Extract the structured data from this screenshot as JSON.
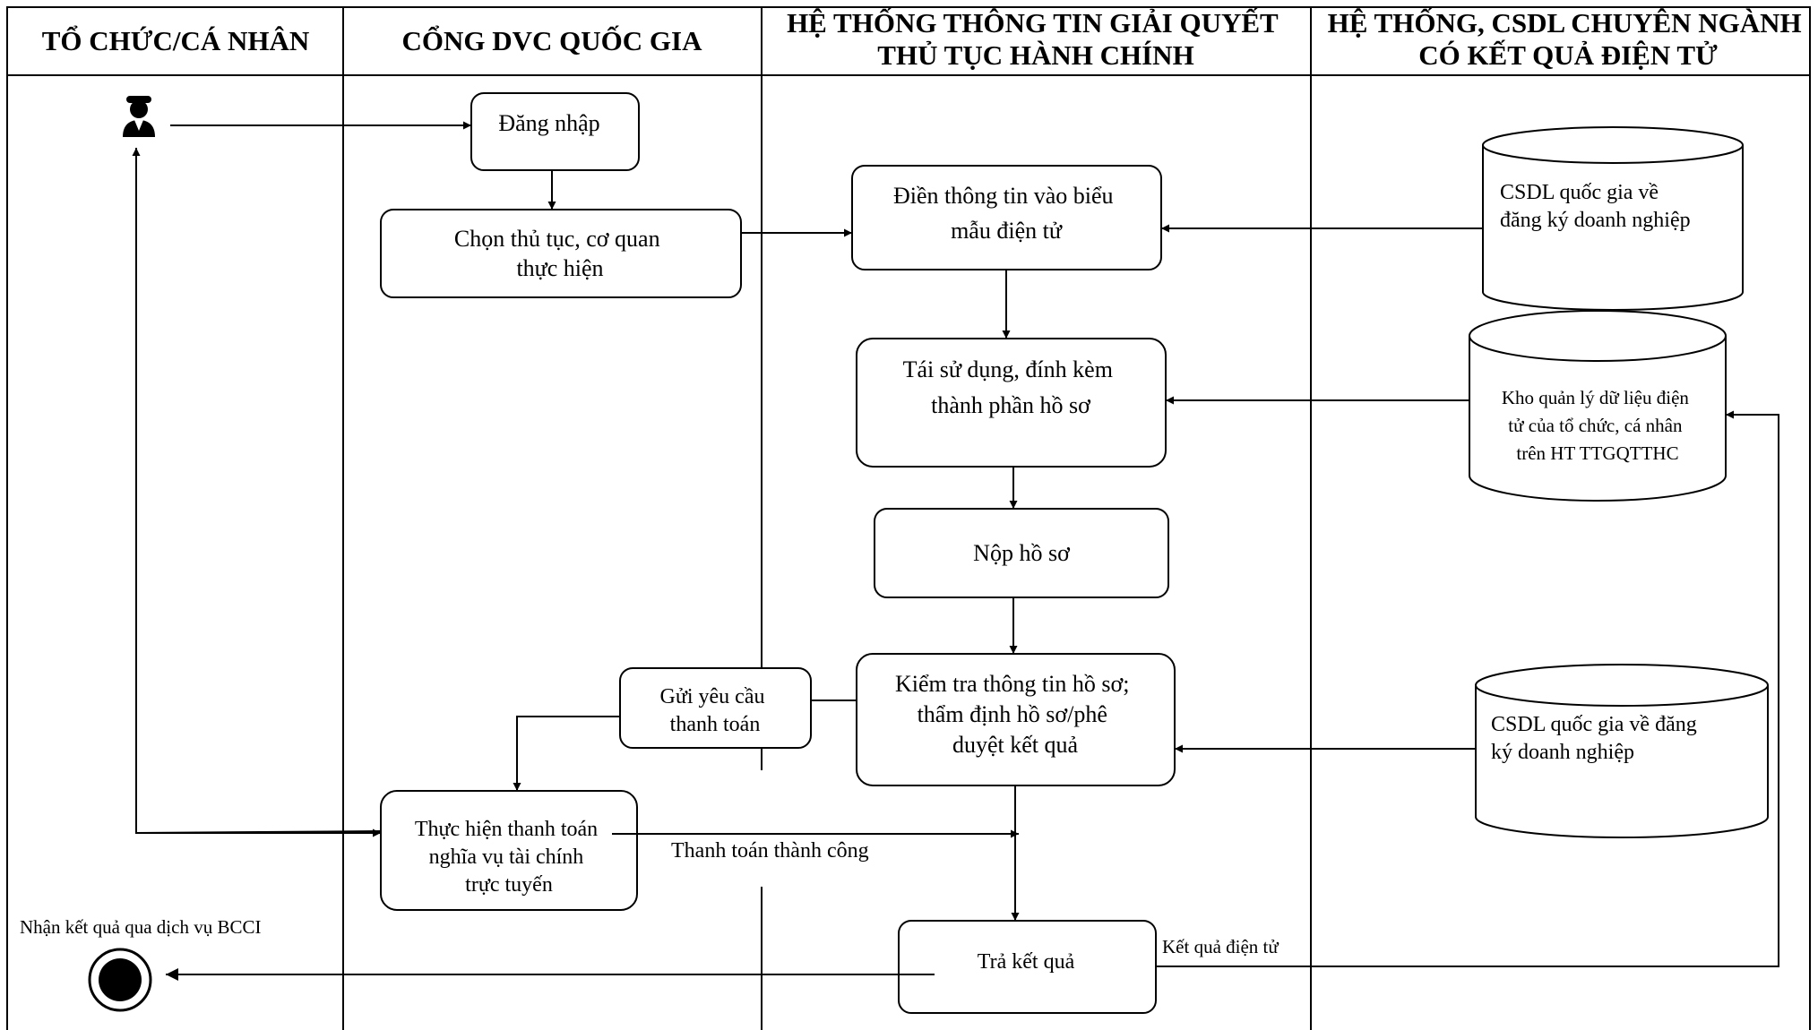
{
  "lanes": [
    {
      "title_lines": [
        "TỔ CHỨC/CÁ NHÂN"
      ]
    },
    {
      "title_lines": [
        "CỔNG DVC QUỐC GIA"
      ]
    },
    {
      "title_lines": [
        "HỆ THỐNG THÔNG TIN GIẢI QUYẾT",
        "THỦ TỤC HÀNH CHÍNH"
      ]
    },
    {
      "title_lines": [
        "HỆ THỐNG, CSDL CHUYÊN NGÀNH",
        "CÓ KẾT QUẢ ĐIỆN TỬ"
      ]
    }
  ],
  "nodes": {
    "login": [
      "Đăng nhập"
    ],
    "choose_procedure": [
      "Chọn thủ tục, cơ quan",
      "thực hiện"
    ],
    "fill_form": [
      "Điền thông tin vào biểu",
      "mẫu điện tử"
    ],
    "reuse_attach": [
      "Tái sử dụng, đính kèm",
      "thành phần hồ sơ"
    ],
    "submit": [
      "Nộp hồ sơ"
    ],
    "review": [
      "Kiểm tra thông tin hồ sơ;",
      "thẩm định hồ sơ/phê",
      "duyệt kết quả"
    ],
    "payment_request": [
      "Gửi yêu cầu",
      "thanh toán"
    ],
    "payment": [
      "Thực hiện thanh toán",
      "nghĩa vụ tài chính",
      "trực tuyến"
    ],
    "return_result": [
      "Trả kết quả"
    ]
  },
  "databases": {
    "db_business_1": [
      "CSDL quốc gia về",
      "đăng ký doanh nghiệp"
    ],
    "db_storage": [
      "Kho quản lý dữ liệu điện",
      "tử của tổ chức, cá nhân",
      "trên HT TTGQTTHC"
    ],
    "db_business_2": [
      "CSDL quốc gia về đăng",
      "ký doanh nghiệp"
    ]
  },
  "labels": {
    "payment_success": "Thanh toán thành công",
    "electronic_result": "Kết quả điện tử",
    "receive_bcci": "Nhận kết quả qua dịch vụ BCCI"
  },
  "icons": {
    "actor": "person-icon",
    "end": "end-node-icon"
  }
}
